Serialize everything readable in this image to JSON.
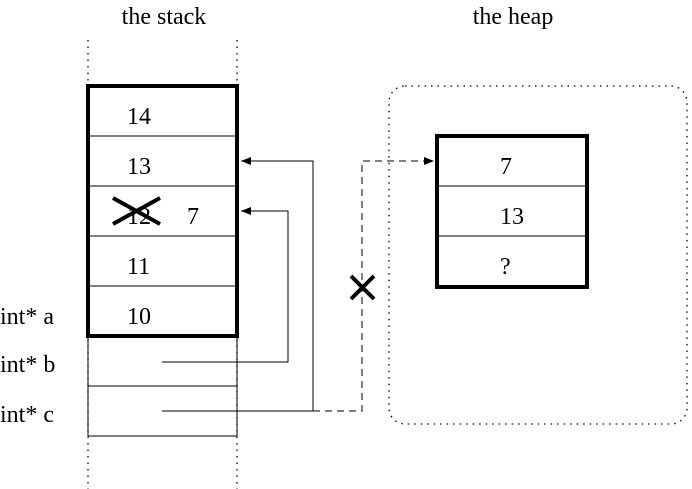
{
  "titles": {
    "stack": "the stack",
    "heap": "the heap"
  },
  "stack": {
    "framed_cells": [
      "14",
      "13",
      "12",
      "11",
      "10"
    ],
    "overwritten_value": "7"
  },
  "heap": {
    "cells": [
      "7",
      "13",
      "?"
    ]
  },
  "pointers": {
    "a": "int* a",
    "b": "int* b",
    "c": "int* c"
  },
  "colors": {
    "ink": "#000000",
    "background": "#ffffff"
  }
}
